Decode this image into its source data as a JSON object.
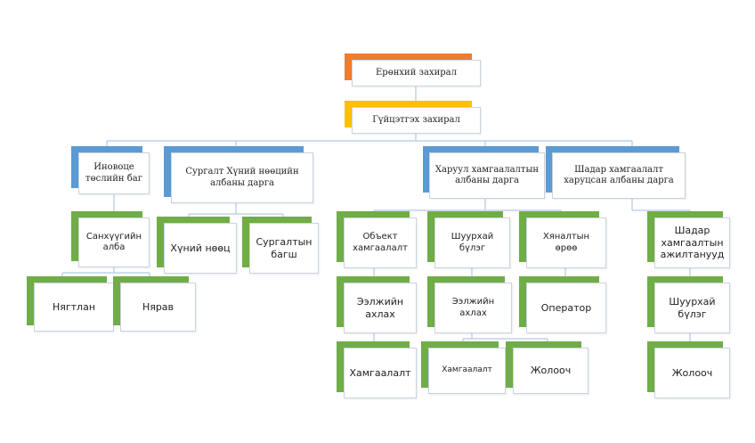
{
  "colors": {
    "orange": "#ed7d31",
    "yellow": "#ffc000",
    "blue": "#5b9bd5",
    "green": "#70ad47",
    "line": "#b4c7e7"
  },
  "nodes": {
    "general_director": "Ерөнхий захирал",
    "executive_director": "Гүйцэтгэх захирал",
    "inovotse_team": "Иновоце төслийн баг",
    "finance_hr_head": "Сургалт Хүний нөөцийн албаны дарга",
    "security_head": "Харуул хамгаалалтын албаны дарга",
    "mine_safety_head": "Шадар хамгаалалт харуцсан албаны дарга",
    "finance_dept": "Санхүүгийн алба",
    "accountant": "Нягтлан",
    "storekeeper": "Нярав",
    "hr": "Хүний нөөц",
    "trainer": "Сургалтын багш",
    "object_security": "Объект хамгаалалт",
    "shift_supervisor_1": "Ээлжийн ахлах",
    "guard_1": "Хамгаалалт",
    "mine_unit": "Шуурхай бүлэг",
    "shift_supervisor_2": "Ээлжийн ахлах",
    "guard_2": "Хамгаалалт",
    "driver_1": "Жолооч",
    "control_room": "Хяналтын өрөө",
    "operator": "Оператор",
    "safety_workers": "Шадар хамгаалтын ажилтанууд",
    "mine_unit_2": "Шуурхай бүлэг",
    "driver_2": "Жолооч"
  }
}
